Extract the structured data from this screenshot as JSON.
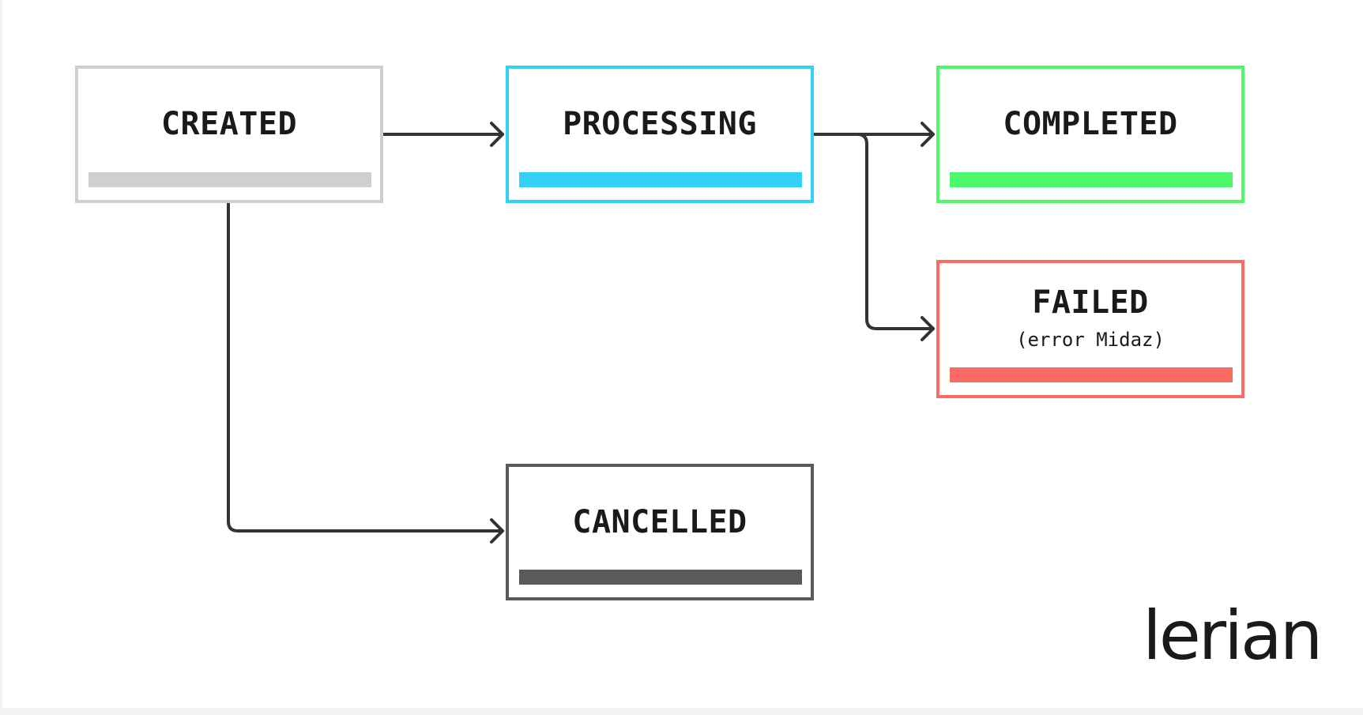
{
  "states": {
    "created": {
      "label": "CREATED",
      "color": "#cfcfcf"
    },
    "processing": {
      "label": "PROCESSING",
      "color": "#33d1f5"
    },
    "completed": {
      "label": "COMPLETED",
      "color": "#4ef86b"
    },
    "failed": {
      "label": "FAILED",
      "sublabel": "(error Midaz)",
      "color": "#fb6b63"
    },
    "cancelled": {
      "label": "CANCELLED",
      "color": "#5a5a5a"
    }
  },
  "transitions": [
    {
      "from": "CREATED",
      "to": "PROCESSING"
    },
    {
      "from": "PROCESSING",
      "to": "COMPLETED"
    },
    {
      "from": "PROCESSING",
      "to": "FAILED"
    },
    {
      "from": "CREATED",
      "to": "CANCELLED"
    }
  ],
  "brand": {
    "logo_text": "lerian"
  }
}
